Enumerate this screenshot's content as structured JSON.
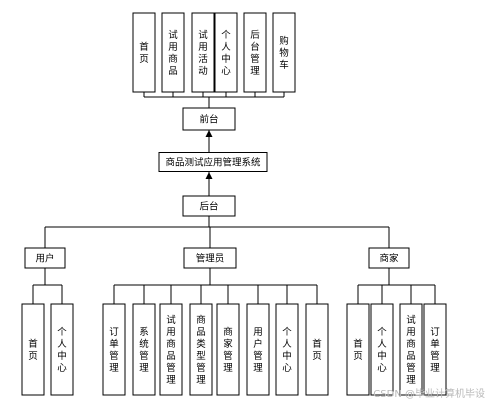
{
  "frontend": {
    "children": [
      "首页",
      "试用商品",
      "试用活动",
      "个人中心",
      "后台管理",
      "购物车"
    ],
    "label": "前台"
  },
  "system_title": "商品测试应用管理系统",
  "backend": {
    "label": "后台",
    "roles": [
      {
        "name": "用户",
        "children": [
          "首页",
          "个人中心"
        ]
      },
      {
        "name": "管理员",
        "children": [
          "订单管理",
          "系统管理",
          "试用商品管理",
          "商品类型管理",
          "商家管理",
          "用户管理",
          "个人中心",
          "首页"
        ]
      },
      {
        "name": "商家",
        "children": [
          "首页",
          "个人中心",
          "试用商品管理",
          "订单管理"
        ]
      }
    ]
  },
  "watermark": "CSDN @毕业计算机毕设"
}
